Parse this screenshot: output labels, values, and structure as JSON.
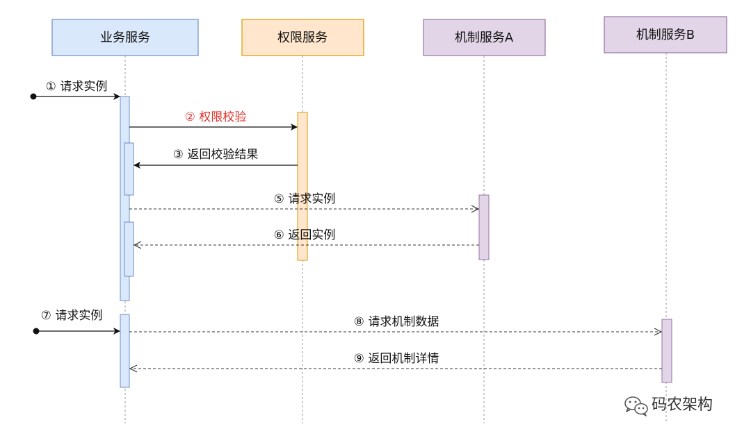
{
  "participants": [
    {
      "label": "业务服务",
      "fill": "#dae8fc",
      "stroke": "#6c8ebf"
    },
    {
      "label": "权限服务",
      "fill": "#ffe6cc",
      "stroke": "#d79b00"
    },
    {
      "label": "机制服务A",
      "fill": "#e1d5e7",
      "stroke": "#9673a6"
    },
    {
      "label": "机制服务B",
      "fill": "#e1d5e7",
      "stroke": "#9673a6"
    }
  ],
  "messages": [
    {
      "label": "① 请求实例",
      "from": "external",
      "to": "业务服务",
      "line": "solid",
      "arrow": "filled",
      "color": "#111111"
    },
    {
      "label": "② 权限校验",
      "from": "业务服务",
      "to": "权限服务",
      "line": "solid",
      "arrow": "filled",
      "color": "#e0302a"
    },
    {
      "label": "③ 返回校验结果",
      "from": "权限服务",
      "to": "业务服务",
      "line": "solid",
      "arrow": "filled",
      "color": "#111111"
    },
    {
      "label": "⑤ 请求实例",
      "from": "业务服务",
      "to": "机制服务A",
      "line": "dashed",
      "arrow": "open",
      "color": "#111111"
    },
    {
      "label": "⑥ 返回实例",
      "from": "机制服务A",
      "to": "业务服务",
      "line": "dashed",
      "arrow": "open",
      "color": "#111111"
    },
    {
      "label": "⑦ 请求实例",
      "from": "external",
      "to": "业务服务",
      "line": "solid",
      "arrow": "filled",
      "color": "#111111"
    },
    {
      "label": "⑧ 请求机制数据",
      "from": "业务服务",
      "to": "机制服务B",
      "line": "dashed",
      "arrow": "open",
      "color": "#111111"
    },
    {
      "label": "⑨ 返回机制详情",
      "from": "机制服务B",
      "to": "业务服务",
      "line": "dashed",
      "arrow": "open",
      "color": "#111111"
    }
  ],
  "watermark": {
    "text": "码农架构",
    "icon": "wechat-icon"
  }
}
